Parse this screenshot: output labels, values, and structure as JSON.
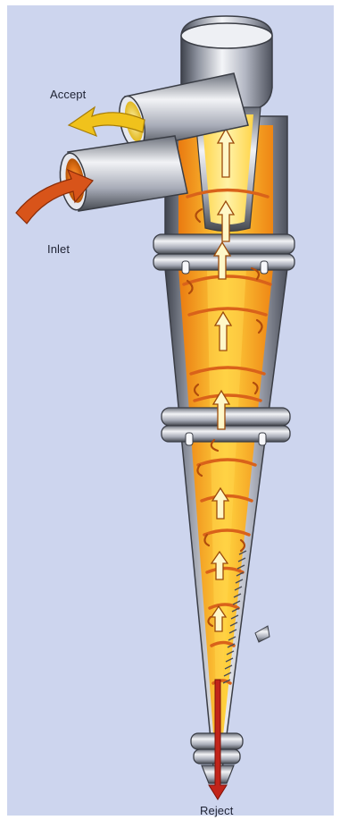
{
  "labels": {
    "accept": "Accept",
    "inlet": "Inlet",
    "reject": "Reject"
  },
  "colors": {
    "background": "#cdd5ee",
    "metal_light": "#f4f5f8",
    "metal_mid": "#b4b8c4",
    "metal_dark": "#4d515c",
    "slurry_light": "#ffd23e",
    "slurry_dark": "#ea7a10",
    "accept_arrow": "#f0c21c",
    "inlet_arrow": "#d8541a",
    "reject_arrow": "#c2241a"
  },
  "icons": {
    "accept_arrow": "curved-arrow",
    "inlet_arrow": "curved-arrow",
    "reject_arrow": "down-arrow",
    "flow_arrows": "up-arrow",
    "swirl_arrows": "curved-arrow"
  }
}
